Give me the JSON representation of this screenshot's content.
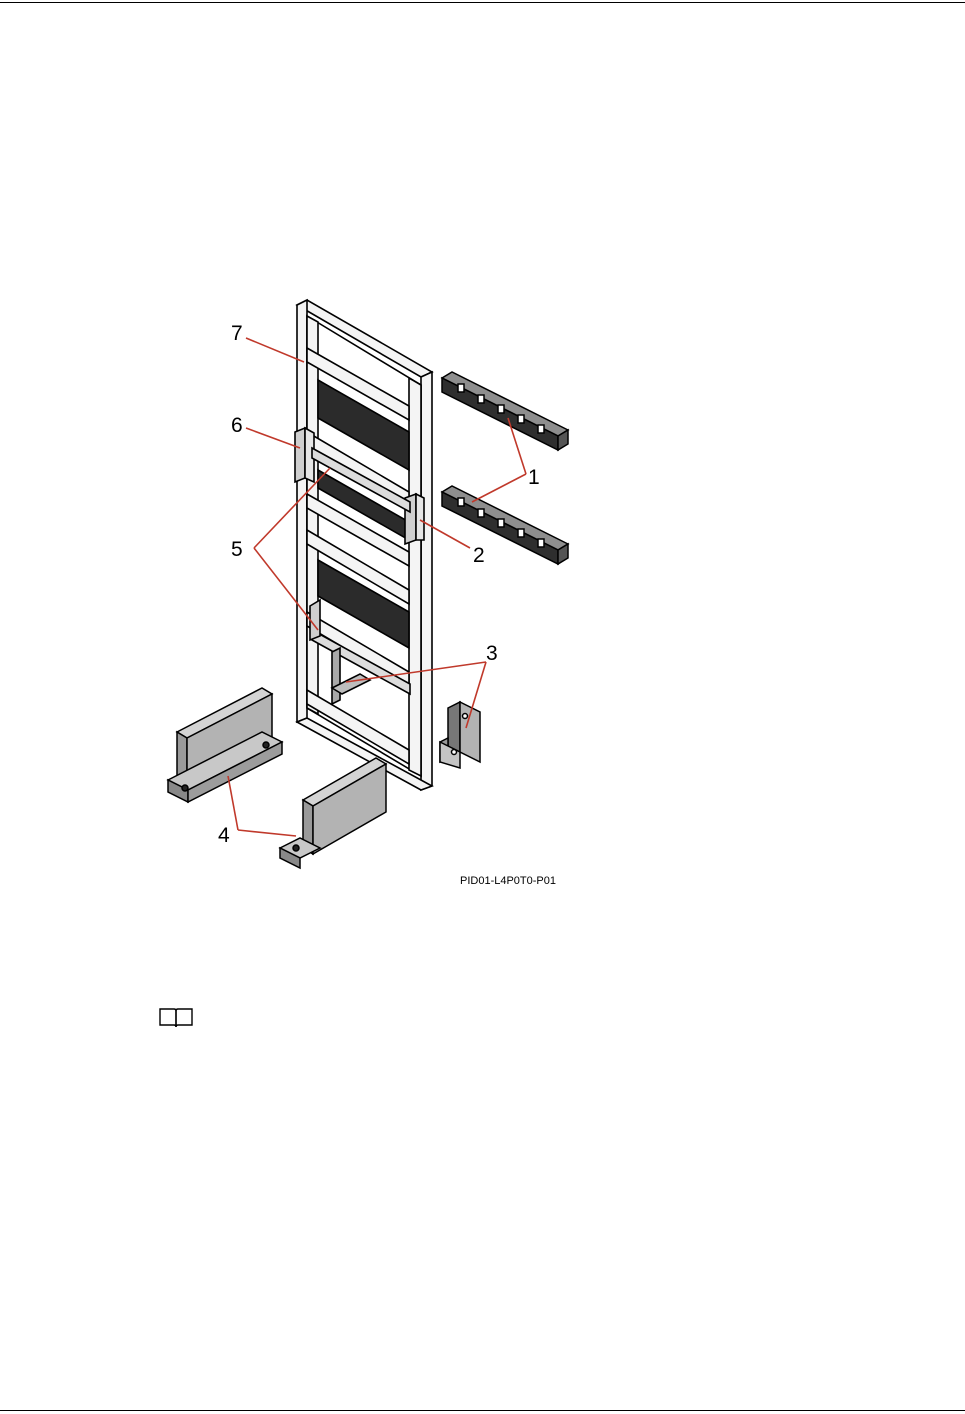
{
  "figure": {
    "callouts": [
      "1",
      "2",
      "3",
      "4",
      "5",
      "6",
      "7"
    ],
    "figure_id": "PID01-L4P0T0-P01"
  },
  "note": {
    "icon": "book-icon"
  },
  "colors": {
    "leader": "#c0392b",
    "part_fill": "#b3b3b3",
    "part_dark": "#8a8a8a",
    "frame_fill": "#f2f2f2"
  }
}
